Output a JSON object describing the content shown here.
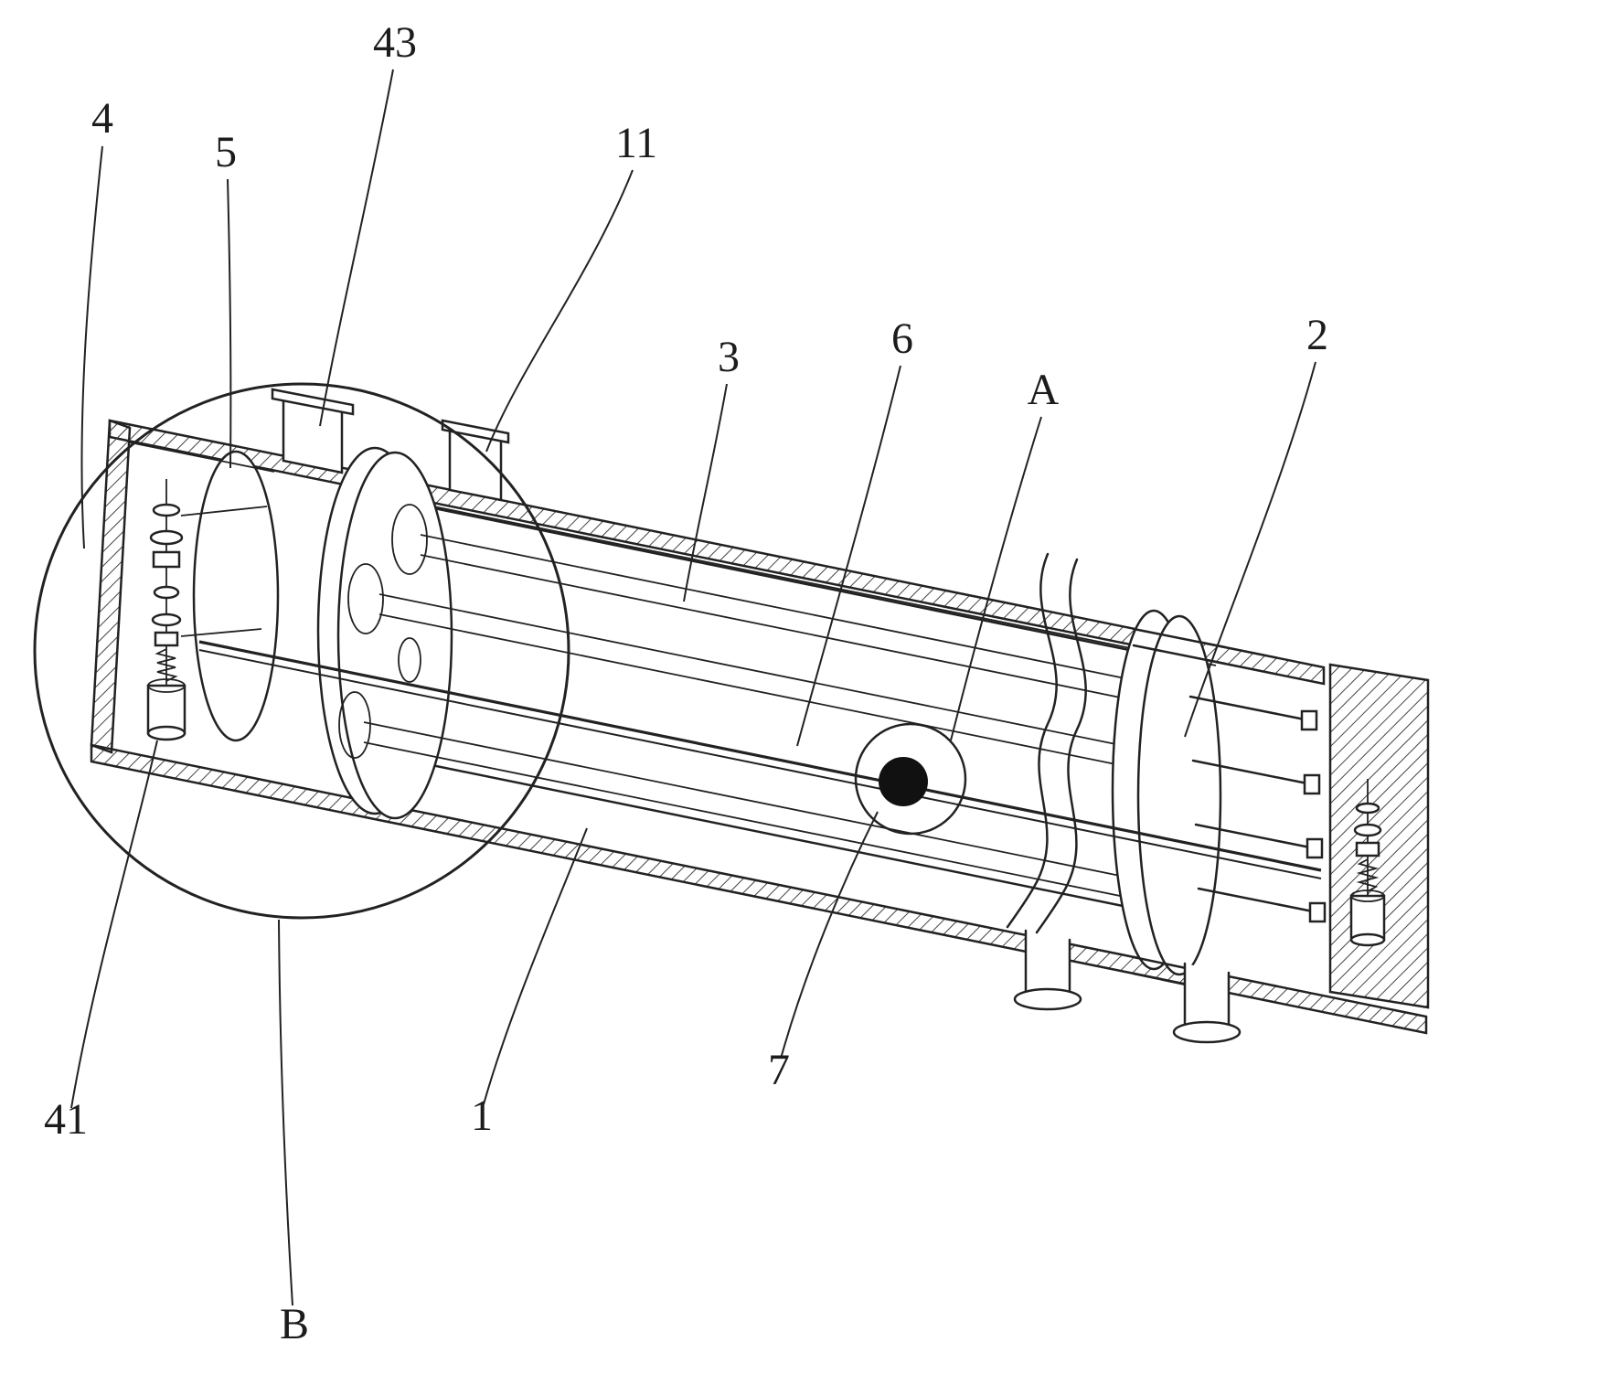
{
  "figure": {
    "background_color": "#ffffff",
    "line_color": "#222222",
    "dot_color": "#111111",
    "labels": [
      {
        "id": "4",
        "text": "4"
      },
      {
        "id": "5",
        "text": "5"
      },
      {
        "id": "43",
        "text": "43"
      },
      {
        "id": "11",
        "text": "11"
      },
      {
        "id": "3",
        "text": "3"
      },
      {
        "id": "6",
        "text": "6"
      },
      {
        "id": "A",
        "text": "A"
      },
      {
        "id": "2",
        "text": "2"
      },
      {
        "id": "41",
        "text": "41"
      },
      {
        "id": "B",
        "text": "B"
      },
      {
        "id": "1",
        "text": "1"
      },
      {
        "id": "7",
        "text": "7"
      }
    ]
  }
}
